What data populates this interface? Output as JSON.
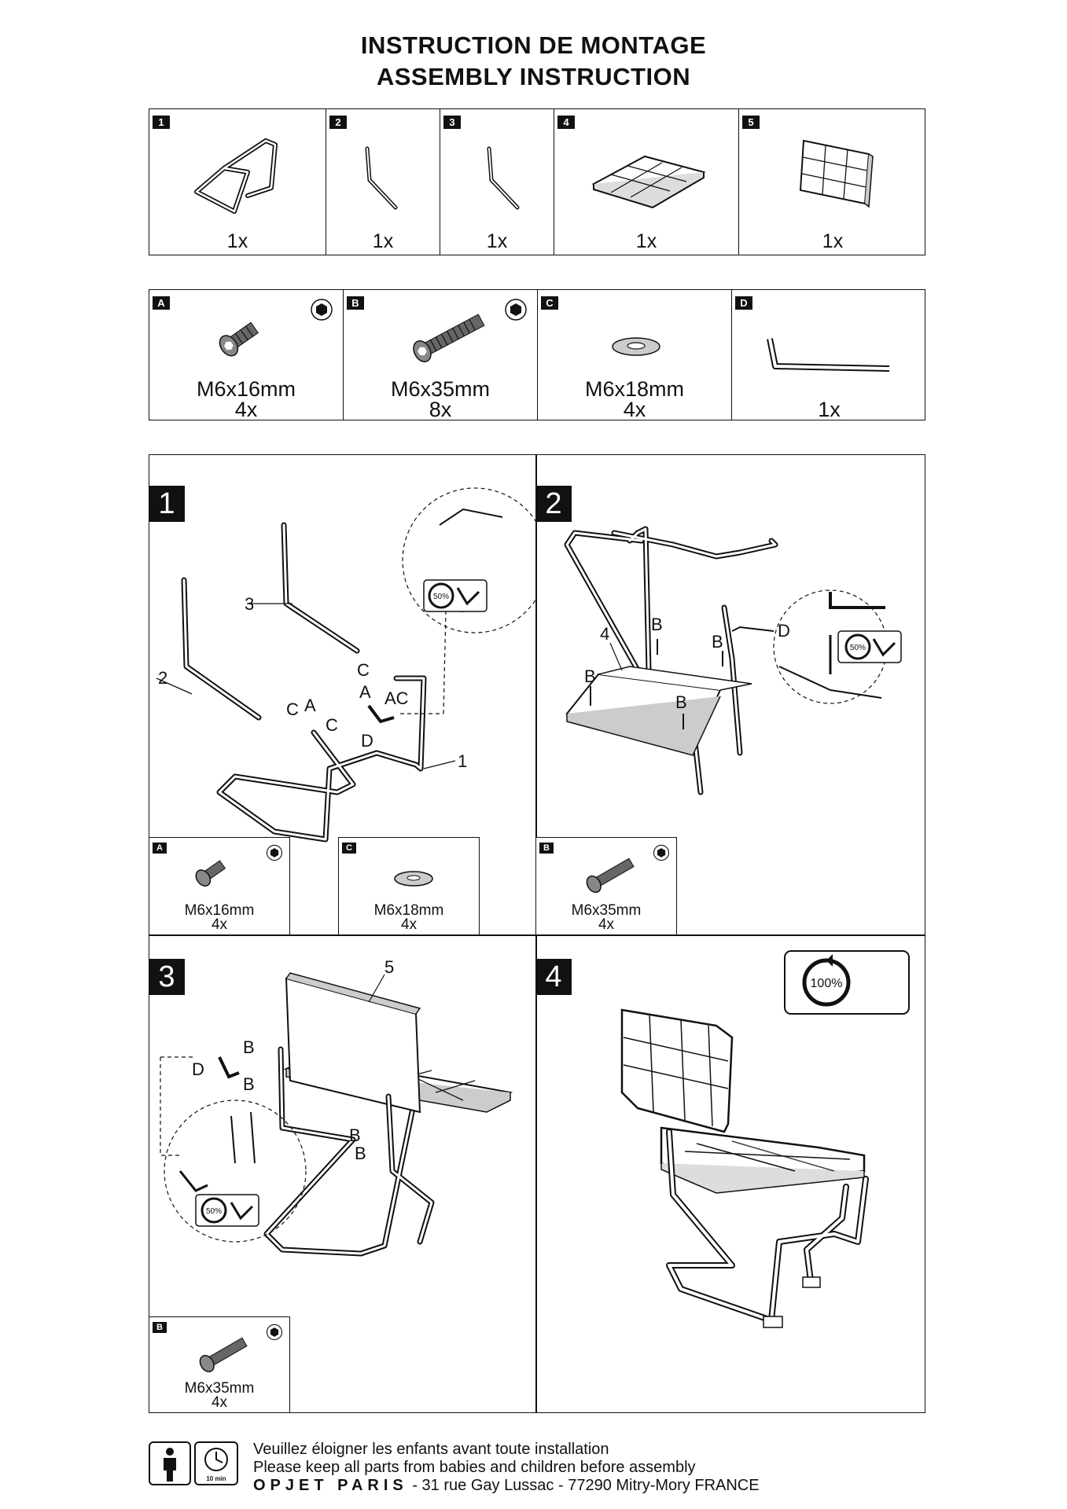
{
  "header": {
    "title_fr": "INSTRUCTION DE MONTAGE",
    "title_en": "ASSEMBLY INSTRUCTION"
  },
  "parts": [
    {
      "id": "1",
      "qty": "1x"
    },
    {
      "id": "2",
      "qty": "1x"
    },
    {
      "id": "3",
      "qty": "1x"
    },
    {
      "id": "4",
      "qty": "1x"
    },
    {
      "id": "5",
      "qty": "1x"
    }
  ],
  "hardware": [
    {
      "id": "A",
      "size": "M6x16mm",
      "qty": "4x"
    },
    {
      "id": "B",
      "size": "M6x35mm",
      "qty": "8x"
    },
    {
      "id": "C",
      "size": "M6x18mm",
      "qty": "4x"
    },
    {
      "id": "D",
      "qty": "1x"
    }
  ],
  "steps": [
    {
      "number": "1",
      "labels": {
        "part2": "2",
        "part3": "3",
        "part1": "1",
        "c": "C",
        "a": "A",
        "ac": "AC",
        "d": "D"
      },
      "wrench_percent": "50%",
      "insets": [
        {
          "id": "A",
          "size": "M6x16mm",
          "qty": "4x"
        },
        {
          "id": "C",
          "size": "M6x18mm",
          "qty": "4x"
        }
      ]
    },
    {
      "number": "2",
      "labels": {
        "part4": "4",
        "b": "B",
        "d": "D"
      },
      "wrench_percent": "50%",
      "insets": [
        {
          "id": "B",
          "size": "M6x35mm",
          "qty": "4x"
        }
      ]
    },
    {
      "number": "3",
      "labels": {
        "part5": "5",
        "b": "B",
        "d": "D"
      },
      "wrench_percent": "50%",
      "insets": [
        {
          "id": "B",
          "size": "M6x35mm",
          "qty": "4x"
        }
      ]
    },
    {
      "number": "4",
      "tighten_percent": "100%"
    }
  ],
  "footer": {
    "line_fr": "Veuillez éloigner les enfants avant toute installation",
    "line_en": "Please keep all parts from babies and children before assembly",
    "brand": "OPJET PARIS",
    "address": "- 31 rue Gay Lussac - 77290 Mitry-Mory FRANCE",
    "time_label": "10 min"
  }
}
